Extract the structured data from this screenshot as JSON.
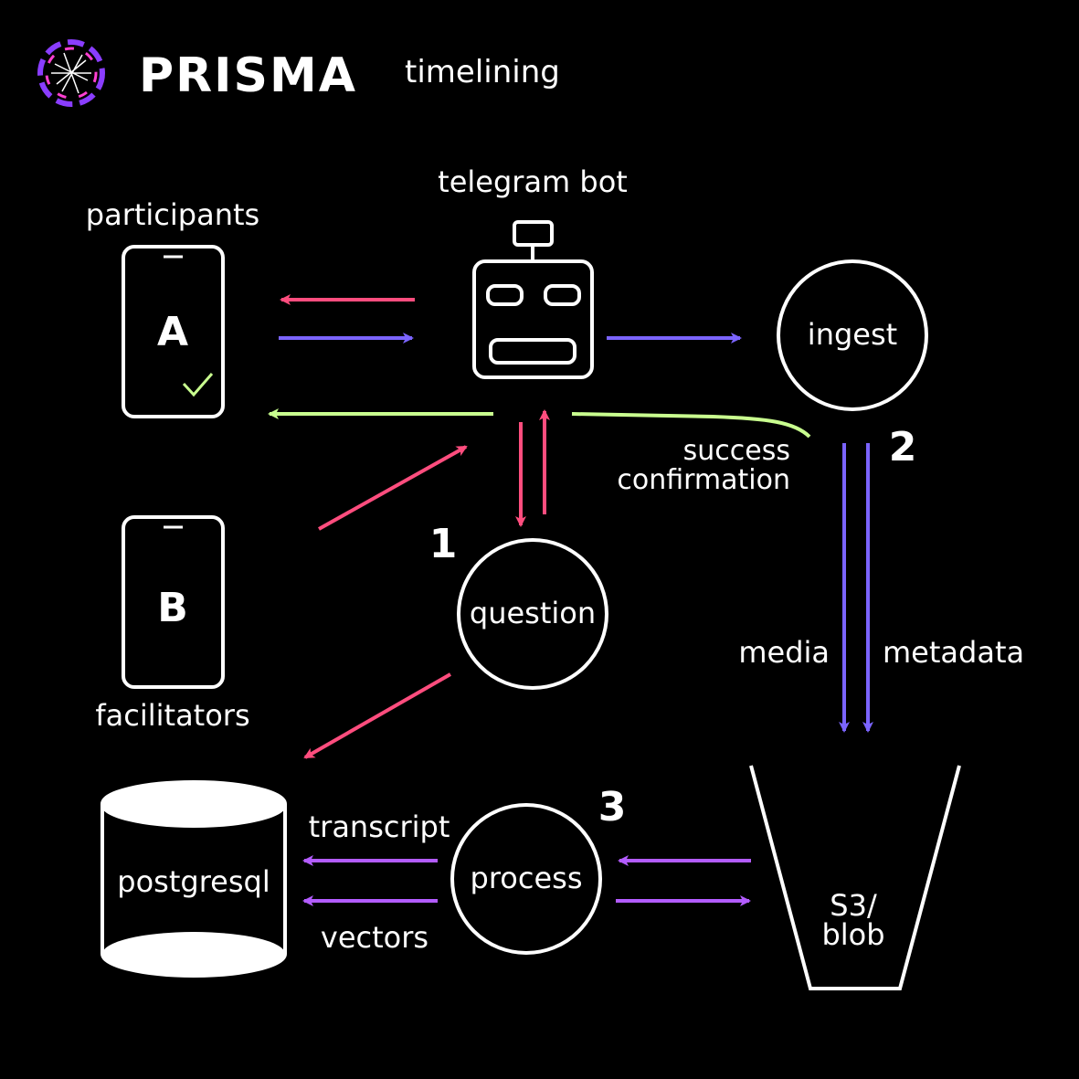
{
  "header": {
    "logo_text": "PRISMA",
    "subtitle": "timelining"
  },
  "nodes": {
    "participants": {
      "label": "participants",
      "device_letter": "A"
    },
    "facilitators": {
      "label": "facilitators",
      "device_letter": "B"
    },
    "bot": {
      "label": "telegram bot"
    },
    "ingest": {
      "label": "ingest"
    },
    "question": {
      "label": "question"
    },
    "process": {
      "label": "process"
    },
    "postgres": {
      "label": "postgresql"
    },
    "blob": {
      "label_line1": "S3/",
      "label_line2": "blob"
    }
  },
  "edges": {
    "success_line1": "success",
    "success_line2": "confirmation",
    "media": "media",
    "metadata": "metadata",
    "transcript": "transcript",
    "vectors": "vectors"
  },
  "steps": {
    "one": "1",
    "two": "2",
    "three": "3"
  },
  "colors": {
    "background": "#000000",
    "stroke": "#ffffff",
    "pink": "#ff4d7e",
    "blue": "#7b64ff",
    "violet": "#b35cff",
    "green": "#c9ff8f",
    "logo_purple": "#8a3dff",
    "logo_magenta": "#ff3fd2"
  },
  "icons": [
    "prisma-logo-icon",
    "phone-icon",
    "robot-icon",
    "checkmark-icon",
    "database-icon",
    "bucket-icon"
  ]
}
